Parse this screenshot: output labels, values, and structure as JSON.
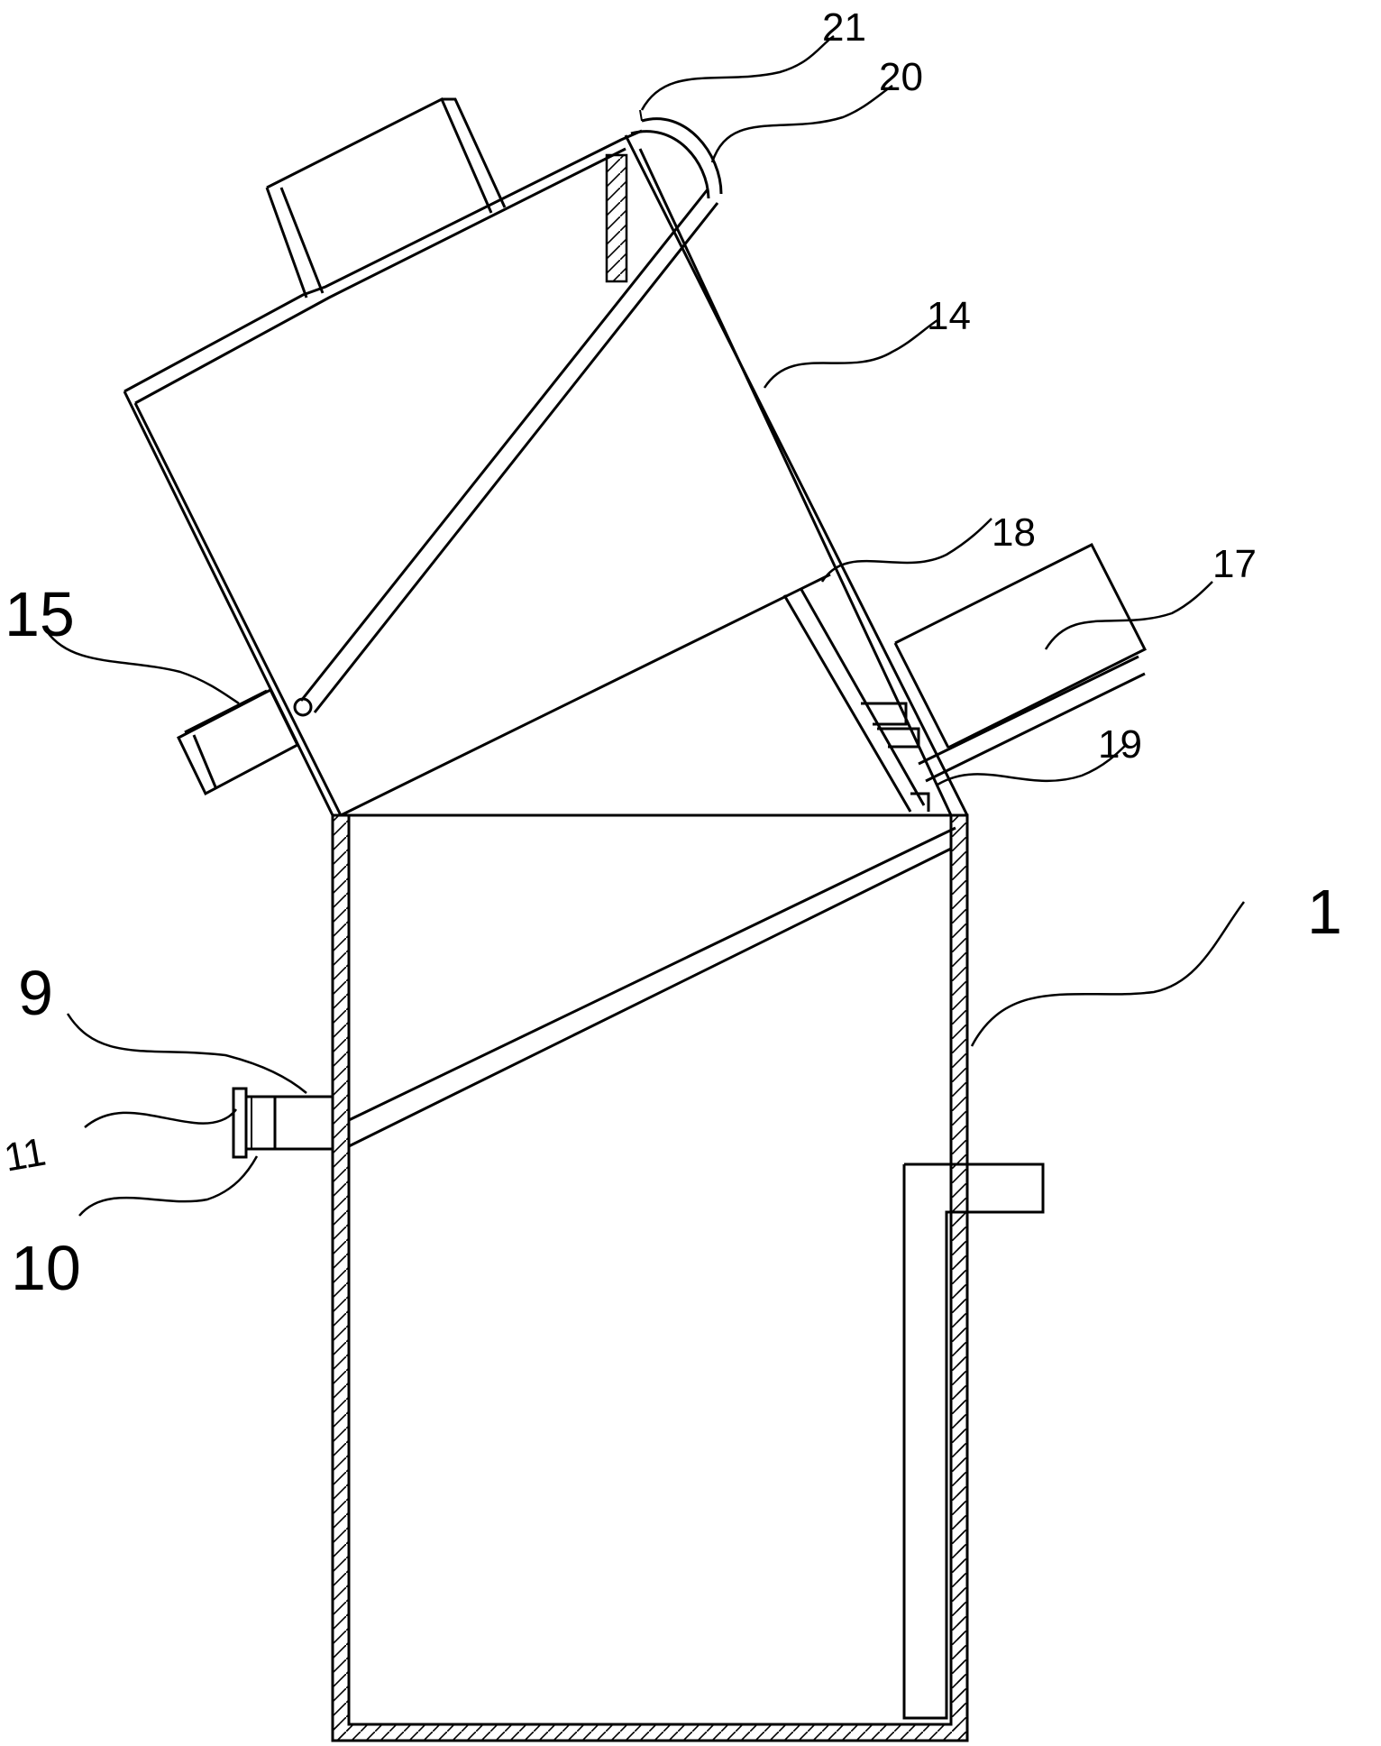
{
  "labels": {
    "l21": "21",
    "l20": "20",
    "l14": "14",
    "l18": "18",
    "l17": "17",
    "l15": "15",
    "l19": "19",
    "l1": "1",
    "l9": "9",
    "l11": "11",
    "l10": "10"
  }
}
